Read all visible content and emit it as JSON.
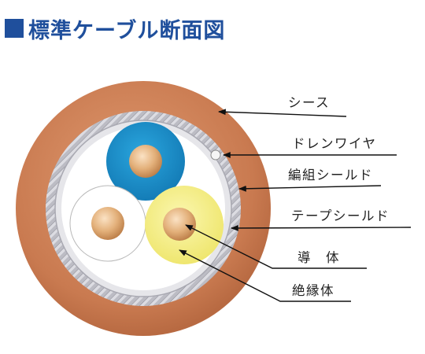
{
  "title": "標準ケーブル断面図",
  "labels": {
    "sheath": "シース",
    "drain_wire": "ドレンワイヤ",
    "braid_shield": "編組シールド",
    "tape_shield": "テープシールド",
    "conductor": "導　体",
    "insulator": "絶縁体"
  },
  "colors": {
    "title": "#1f4f9c",
    "sheath": "#c97a50",
    "core_blue": "#1b8ec8",
    "core_yellow": "#f4ef86",
    "core_white": "#ffffff",
    "conductor": "#d49a62"
  }
}
